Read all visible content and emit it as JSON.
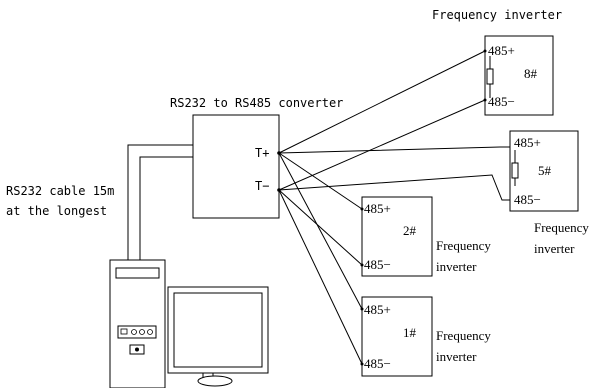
{
  "labels": {
    "inverter_top_title": "Frequency inverter",
    "converter_title": "RS232 to RS485 converter",
    "cable_line1": "RS232 cable 15m",
    "cable_line2": "at the longest",
    "tplus": "T+",
    "tminus": "T−",
    "inv_word1": "Frequency",
    "inv_word2": "inverter"
  },
  "inverters": [
    {
      "id": "8#",
      "pos": "485+",
      "neg": "485−"
    },
    {
      "id": "5#",
      "pos": "485+",
      "neg": "485−"
    },
    {
      "id": "2#",
      "pos": "485+",
      "neg": "485−"
    },
    {
      "id": "1#",
      "pos": "485+",
      "neg": "485−"
    }
  ]
}
